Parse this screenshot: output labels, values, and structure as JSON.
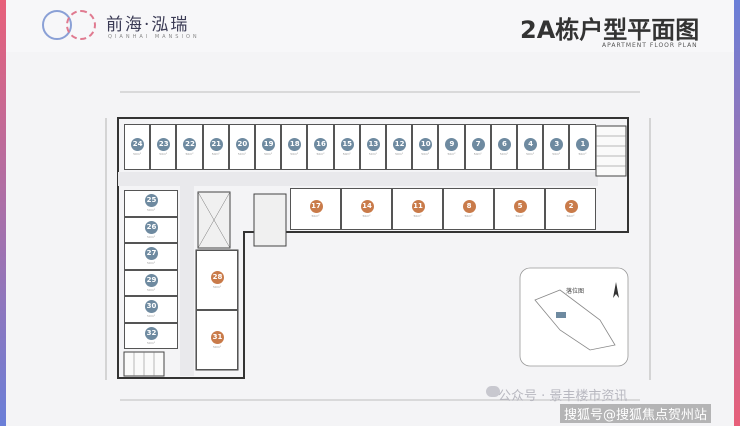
{
  "header": {
    "brand_name": "前海·泓瑞",
    "brand_sub": "QIANHAI MANSION",
    "title": "2A栋户型平面图",
    "subtitle": "APARTMENT FLOOR PLAN"
  },
  "units_top": [
    "24",
    "23",
    "22",
    "21",
    "20",
    "19",
    "18",
    "16",
    "15",
    "13",
    "12",
    "10",
    "9",
    "7",
    "6",
    "4",
    "3",
    "1"
  ],
  "units_middle": [
    "17",
    "14",
    "11",
    "8",
    "5",
    "2"
  ],
  "units_left": [
    "25",
    "26",
    "27",
    "29",
    "30",
    "32"
  ],
  "units_inner": [
    "28",
    "31"
  ],
  "area_label": "50m²",
  "location_map": {
    "label": "落位图"
  },
  "watermarks": {
    "line1": "公众号 · 景丰楼市资讯",
    "line2": "搜狐号@搜狐焦点贺州站"
  },
  "colors": {
    "blue_badge": "#6e8aa0",
    "orange_badge": "#c97b4a",
    "accent_left": "#e8607a",
    "accent_right": "#6a7fd8"
  }
}
